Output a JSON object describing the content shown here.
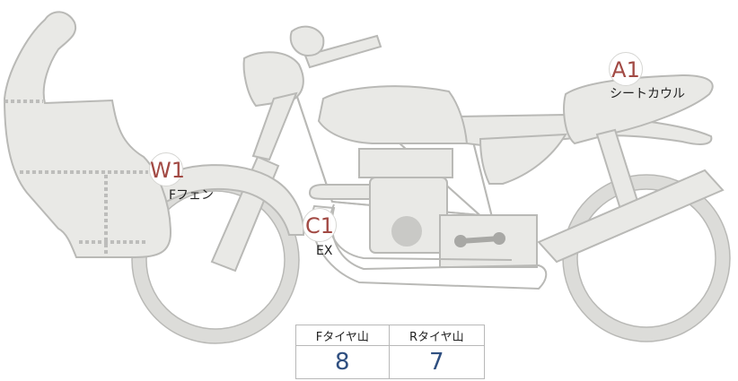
{
  "markers": [
    {
      "code": "A1",
      "label": "シートカウル"
    },
    {
      "code": "W1",
      "label": "Fフェン"
    },
    {
      "code": "C1",
      "label": "EX"
    }
  ],
  "tread_table": {
    "headers": [
      "Fタイヤ山",
      "Rタイヤ山"
    ],
    "values": [
      "8",
      "7"
    ]
  },
  "colors": {
    "part_fill": "#e9e9e6",
    "part_stroke": "#b9b9b6",
    "marker_text": "#a24a44",
    "value_text": "#2f4f80"
  }
}
